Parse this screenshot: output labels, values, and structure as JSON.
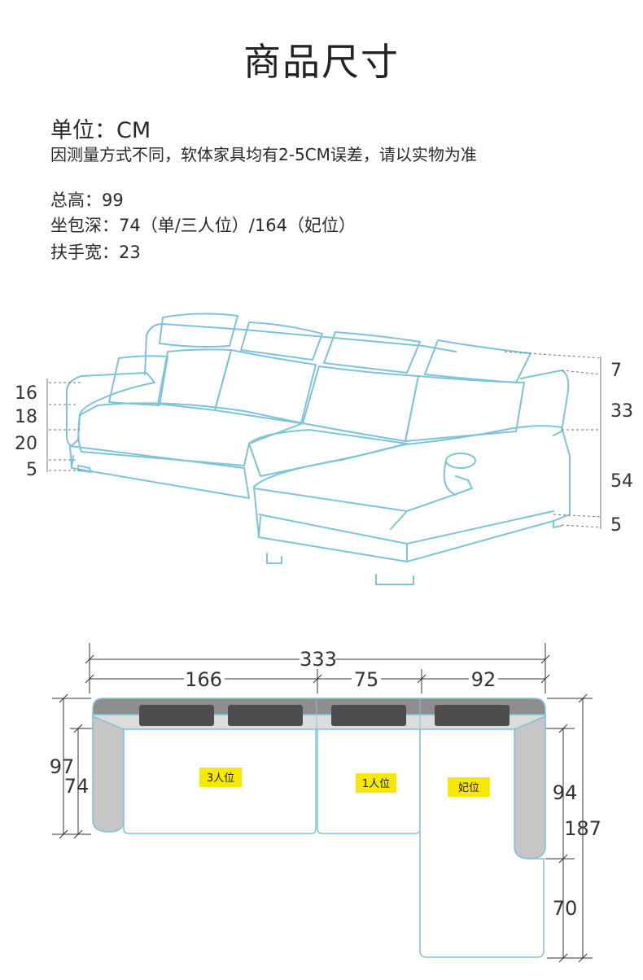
{
  "title": "商品尺寸",
  "unit_line": "单位：CM",
  "note_line": "因测量方式不同，软体家具均有2-5CM误差，请以实物为准",
  "specs": {
    "total_height": "总高：99",
    "seat_depth": "坐包深：74（单/三人位）/164（妃位）",
    "armrest_width": "扶手宽：23"
  },
  "side_view": {
    "left_dims": [
      "16",
      "18",
      "20",
      "5"
    ],
    "right_dims": [
      "7",
      "33",
      "54",
      "5"
    ]
  },
  "top_view": {
    "total_width": "333",
    "widths": [
      "166",
      "75",
      "92"
    ],
    "left_depths": [
      "97",
      "74"
    ],
    "right_depths": [
      "94",
      "187",
      "70"
    ],
    "seat_tags": [
      "3人位",
      "1人位",
      "妃位"
    ],
    "colors": {
      "outline": "#7ec3d6",
      "backrest": "#8e8e8e",
      "armrest": "#c6c6c6",
      "cushion": "#4d4d4d",
      "tag": "#f7e800"
    }
  }
}
